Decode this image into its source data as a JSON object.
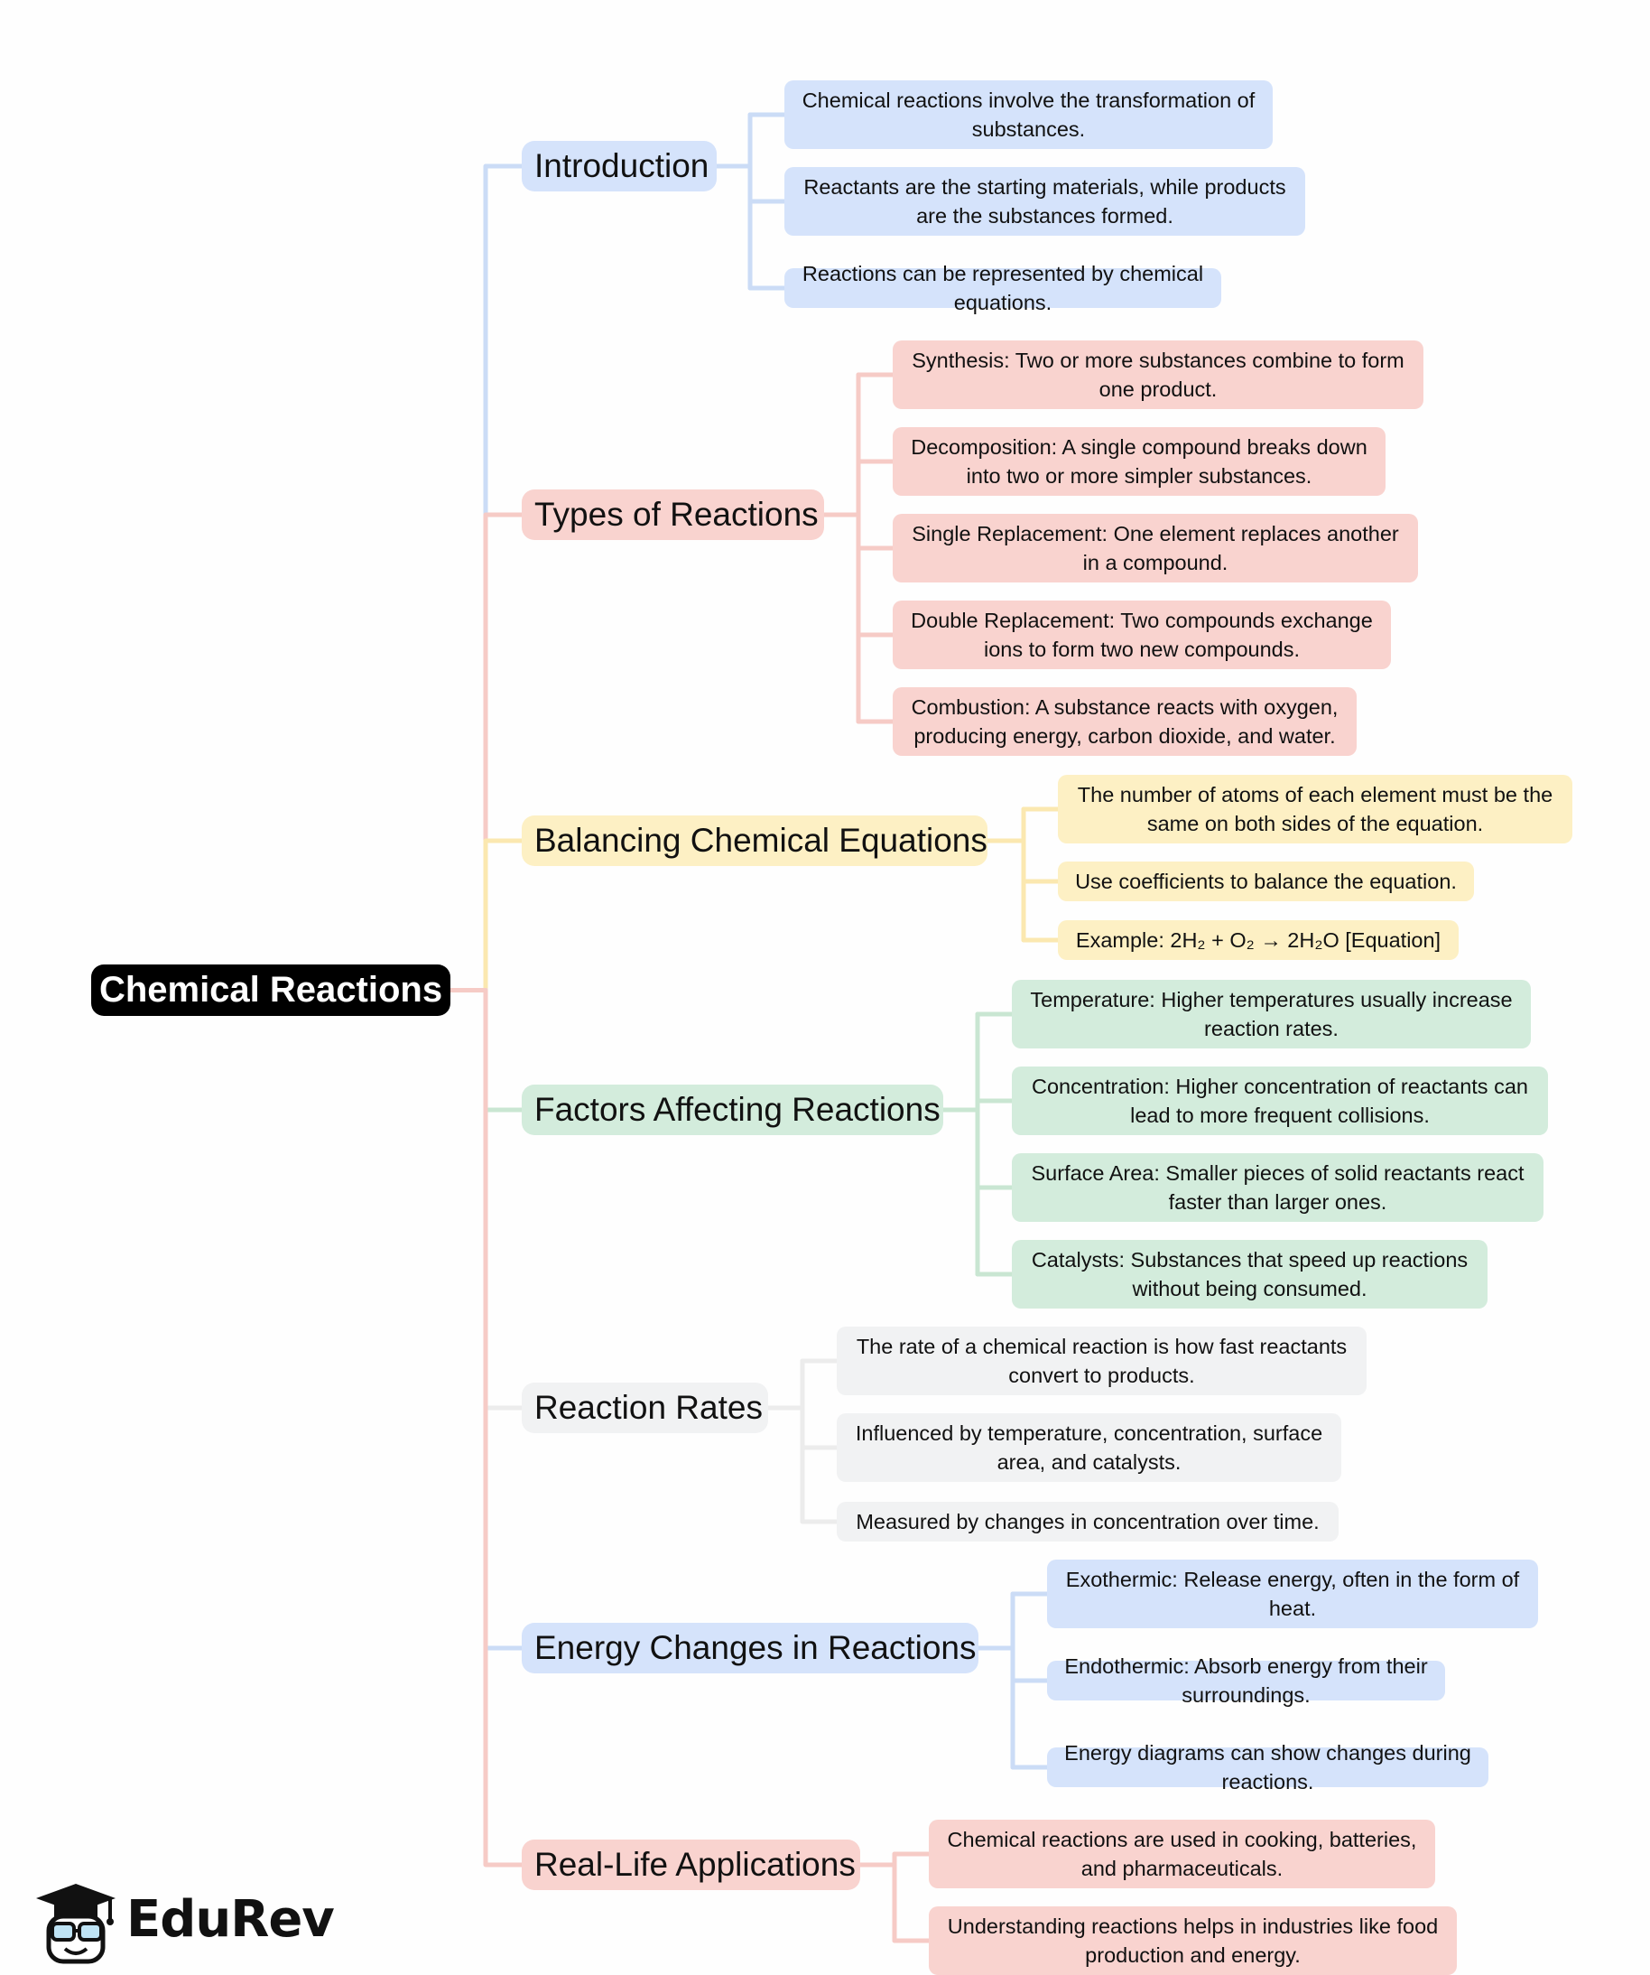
{
  "title": "Chemical Reactions",
  "colors": {
    "blue": {
      "fill": "#d5e3fb",
      "line": "#cbdcf6"
    },
    "red": {
      "fill": "#f9d3cf",
      "line": "#f6cbc6"
    },
    "yellow": {
      "fill": "#fdf0c4",
      "line": "#fbe8b0"
    },
    "green": {
      "fill": "#d3ecdc",
      "line": "#c9e6d2"
    },
    "gray": {
      "fill": "#f1f2f3",
      "line": "#ececec"
    }
  },
  "branches": [
    {
      "label": "Introduction",
      "color": "blue",
      "children": [
        "Chemical reactions involve the transformation of substances.",
        "Reactants are the starting materials, while products are the substances formed.",
        "Reactions can be represented by chemical equations."
      ]
    },
    {
      "label": "Types of Reactions",
      "color": "red",
      "children": [
        "Synthesis: Two or more substances combine to form one product.",
        "Decomposition: A single compound breaks down into two or more simpler substances.",
        "Single Replacement: One element replaces another in a compound.",
        "Double Replacement: Two compounds exchange ions to form two new compounds.",
        "Combustion: A substance reacts with oxygen, producing energy, carbon dioxide, and water."
      ]
    },
    {
      "label": "Balancing Chemical Equations",
      "color": "yellow",
      "children": [
        "The number of atoms of each element must be the same on both sides of the equation.",
        "Use coefficients to balance the equation.",
        "Example: 2H₂ + O₂ → 2H₂O [Equation]"
      ]
    },
    {
      "label": "Factors Affecting Reactions",
      "color": "green",
      "children": [
        "Temperature: Higher temperatures usually increase reaction rates.",
        "Concentration: Higher concentration of reactants can lead to more frequent collisions.",
        "Surface Area: Smaller pieces of solid reactants react faster than larger ones.",
        "Catalysts: Substances that speed up reactions without being consumed."
      ]
    },
    {
      "label": "Reaction Rates",
      "color": "gray",
      "children": [
        "The rate of a chemical reaction is how fast reactants convert to products.",
        "Influenced by temperature, concentration, surface area, and catalysts.",
        "Measured by changes in concentration over time."
      ]
    },
    {
      "label": "Energy Changes in Reactions",
      "color": "blue",
      "children": [
        "Exothermic: Release energy, often in the form of heat.",
        "Endothermic: Absorb energy from their surroundings.",
        "Energy diagrams can show changes during reactions."
      ]
    },
    {
      "label": "Real-Life Applications",
      "color": "red",
      "children": [
        "Chemical reactions are used in cooking, batteries, and pharmaceuticals.",
        "Understanding reactions helps in industries like food production and energy."
      ]
    }
  ],
  "logo": {
    "text": "EduRev",
    "icon": "graduate-cap-mascot-icon"
  }
}
